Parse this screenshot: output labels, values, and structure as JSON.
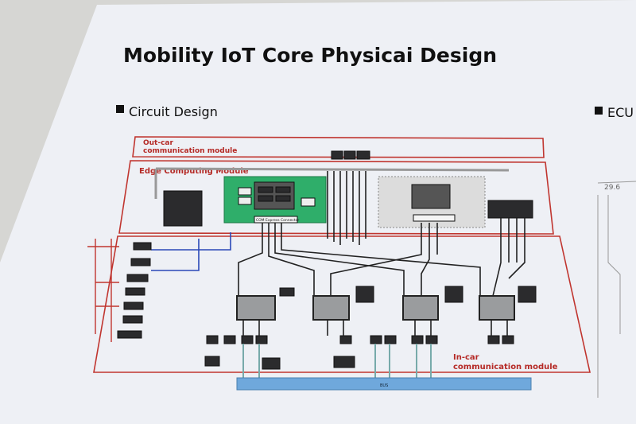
{
  "poster": {
    "title": "Mobility IoT Core Physicai Design",
    "section_left": "Circuit Design",
    "section_right": "ECU",
    "side_number": "29.6"
  },
  "diagram": {
    "out_car_line1": "Out-car",
    "out_car_line2": "communication module",
    "edge_module": "Edge Computing Module",
    "in_car_line1": "In-car",
    "in_car_line2": "communication module",
    "com_express": "COM Express Connector",
    "bus_label": "BUS"
  },
  "colors": {
    "module_border": "#c0352f",
    "label_text": "#b52a26",
    "soc_board": "#2fae6a",
    "bus_bar": "#6fa8dc"
  }
}
